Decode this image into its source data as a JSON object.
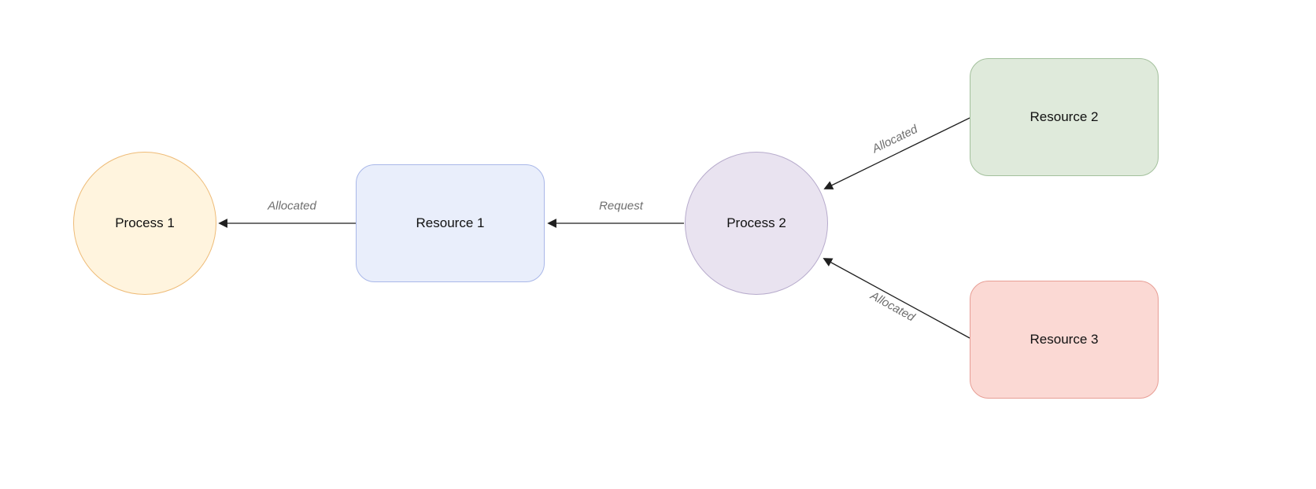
{
  "diagram": {
    "type": "resource-allocation-graph",
    "nodes": {
      "process1": {
        "label": "Process 1",
        "shape": "circle",
        "fill": "#fff4de",
        "stroke": "#eebb77"
      },
      "resource1": {
        "label": "Resource 1",
        "shape": "rounded-rect",
        "fill": "#e9eefb",
        "stroke": "#a9b7e8"
      },
      "process2": {
        "label": "Process 2",
        "shape": "circle",
        "fill": "#e9e3f0",
        "stroke": "#b7abcc"
      },
      "resource2": {
        "label": "Resource 2",
        "shape": "rounded-rect",
        "fill": "#dfeadb",
        "stroke": "#a3c09c"
      },
      "resource3": {
        "label": "Resource 3",
        "shape": "rounded-rect",
        "fill": "#fbd9d4",
        "stroke": "#e79e95"
      }
    },
    "edges": [
      {
        "from": "resource1",
        "to": "process1",
        "label": "Allocated"
      },
      {
        "from": "process2",
        "to": "resource1",
        "label": "Request"
      },
      {
        "from": "resource2",
        "to": "process2",
        "label": "Allocated"
      },
      {
        "from": "resource3",
        "to": "process2",
        "label": "Allocated"
      }
    ],
    "colors": {
      "edge_stroke": "#1f1f1f",
      "edge_label_text": "#6e6e6e",
      "background": "#ffffff",
      "node_label_text": "#111111"
    }
  }
}
